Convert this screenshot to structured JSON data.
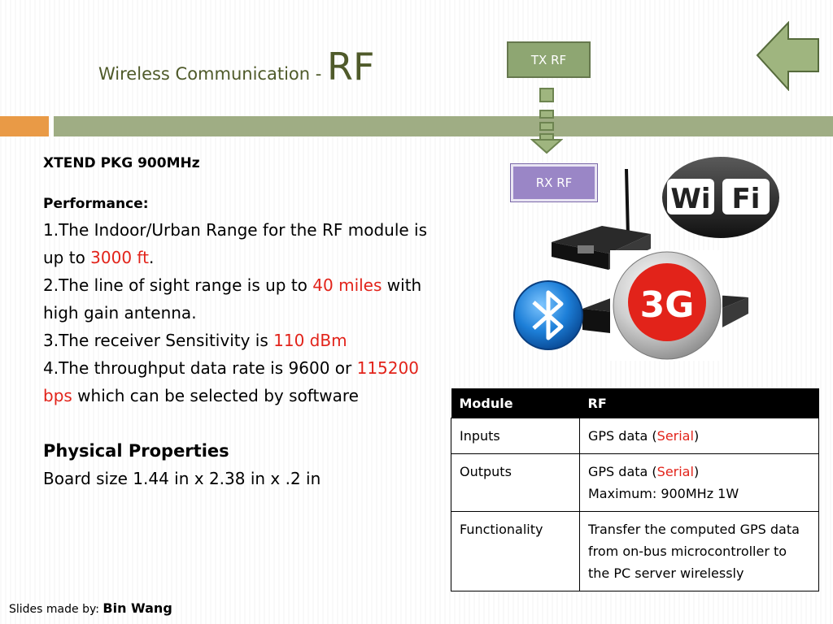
{
  "slide": {
    "title_prefix": "Wireless Communication - ",
    "title_main": "RF"
  },
  "diagram": {
    "tx_label": "TX RF",
    "rx_label": "RX RF",
    "wifi_left": "Wi",
    "wifi_right": "Fi",
    "badge_3g": "3G"
  },
  "content": {
    "heading": "XTEND PKG 900MHz",
    "performance_label": "Performance:",
    "item1_a": "1.The Indoor/Urban Range for the RF module is up to ",
    "item1_val": "3000 ft",
    "item1_b": ".",
    "item2_a": "2.The line of sight range is up to ",
    "item2_val": "40 miles",
    "item2_b": " with high gain antenna.",
    "item3_a": "3.The receiver Sensitivity is ",
    "item3_val": "110 dBm",
    "item4_a": "4.The throughput data rate is 9600 or ",
    "item4_val": "115200 bps",
    "item4_b": " which can be selected by software",
    "physical_label": "Physical Properties",
    "board_size": "Board size 1.44 in x 2.38 in x .2 in"
  },
  "table": {
    "header_col1": "Module",
    "header_col2": "RF",
    "row1_label": "Inputs",
    "row1_a": "GPS data (",
    "row1_red": "Serial",
    "row1_b": ")",
    "row2_label": "Outputs",
    "row2_a": "GPS data (",
    "row2_red": "Serial",
    "row2_b": ")",
    "row2_line2": "Maximum: 900MHz 1W",
    "row3_label": "Functionality",
    "row3_value": "Transfer the computed GPS data from on-bus microcontroller to the PC server wirelessly"
  },
  "footer": {
    "prefix": "Slides made by: ",
    "author": "Bin Wang"
  },
  "colors": {
    "title": "#4f5a2a",
    "accent_orange": "#e99a46",
    "accent_green": "#9fad84",
    "highlight_red": "#e2231a",
    "tx_fill": "#8ea672",
    "rx_fill": "#9a86c6"
  },
  "icons": [
    "back-arrow-icon",
    "down-arrow-icon",
    "bluetooth-icon",
    "wifi-logo",
    "3g-logo",
    "rf-modem-image"
  ]
}
